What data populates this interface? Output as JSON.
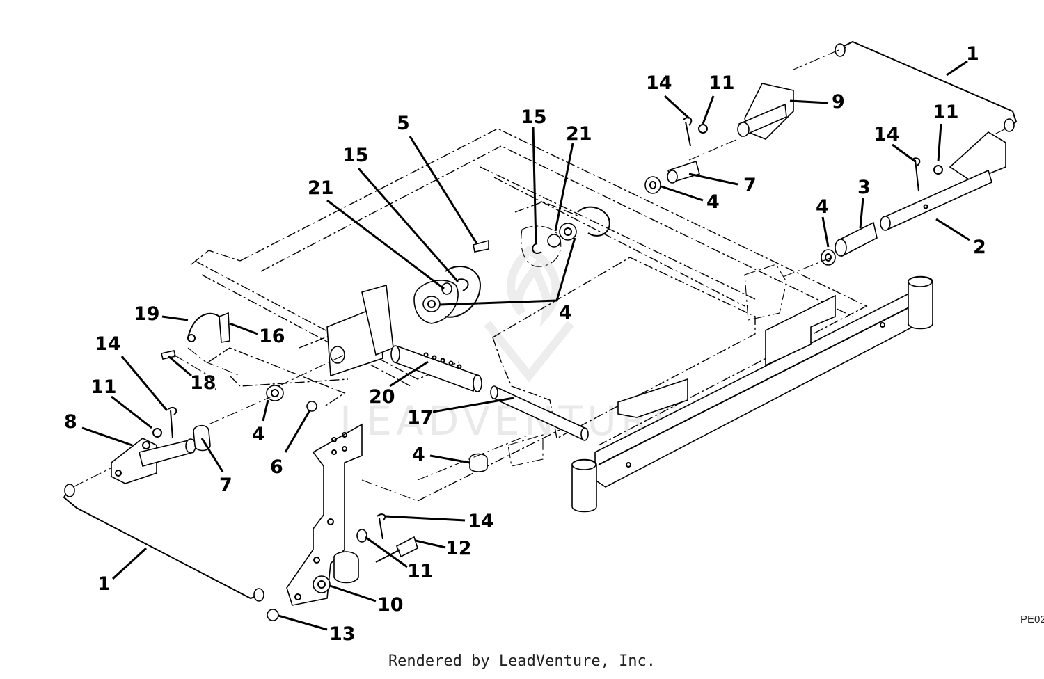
{
  "footer": {
    "credit": "Rendered by LeadVenture, Inc."
  },
  "corner_code": "PE02",
  "watermark": {
    "text": "LEADVENTURE"
  },
  "callouts": [
    {
      "id": "c-1-top",
      "label": "1"
    },
    {
      "id": "c-14-top",
      "label": "14"
    },
    {
      "id": "c-11-top",
      "label": "11"
    },
    {
      "id": "c-9",
      "label": "9"
    },
    {
      "id": "c-11-right",
      "label": "11"
    },
    {
      "id": "c-14-right",
      "label": "14"
    },
    {
      "id": "c-7-top",
      "label": "7"
    },
    {
      "id": "c-4-top",
      "label": "4"
    },
    {
      "id": "c-3",
      "label": "3"
    },
    {
      "id": "c-4-right",
      "label": "4"
    },
    {
      "id": "c-2",
      "label": "2"
    },
    {
      "id": "c-15-top",
      "label": "15"
    },
    {
      "id": "c-21-top",
      "label": "21"
    },
    {
      "id": "c-5",
      "label": "5"
    },
    {
      "id": "c-15-mid",
      "label": "15"
    },
    {
      "id": "c-21-mid",
      "label": "21"
    },
    {
      "id": "c-4-center",
      "label": "4"
    },
    {
      "id": "c-19",
      "label": "19"
    },
    {
      "id": "c-16",
      "label": "16"
    },
    {
      "id": "c-18",
      "label": "18"
    },
    {
      "id": "c-14-left",
      "label": "14"
    },
    {
      "id": "c-11-left",
      "label": "11"
    },
    {
      "id": "c-8",
      "label": "8"
    },
    {
      "id": "c-7-left",
      "label": "7"
    },
    {
      "id": "c-4-left",
      "label": "4"
    },
    {
      "id": "c-6",
      "label": "6"
    },
    {
      "id": "c-20",
      "label": "20"
    },
    {
      "id": "c-17",
      "label": "17"
    },
    {
      "id": "c-4-low",
      "label": "4"
    },
    {
      "id": "c-14-low",
      "label": "14"
    },
    {
      "id": "c-12",
      "label": "12"
    },
    {
      "id": "c-11-low",
      "label": "11"
    },
    {
      "id": "c-10",
      "label": "10"
    },
    {
      "id": "c-13",
      "label": "13"
    },
    {
      "id": "c-1-bottom",
      "label": "1"
    }
  ]
}
